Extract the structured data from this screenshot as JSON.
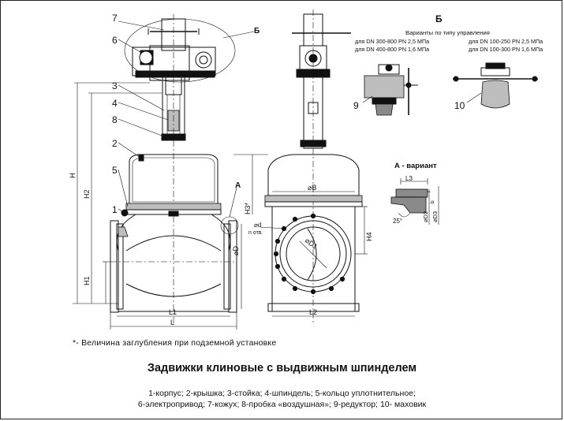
{
  "part_callouts": [
    "7",
    "6",
    "3",
    "4",
    "8",
    "2",
    "5",
    "1",
    "9",
    "10"
  ],
  "view_labels": {
    "detail_b": "Б",
    "detail_a": "А",
    "detail_b_title": "Б",
    "detail_a_title": "А - вариант"
  },
  "detail_b_caption": "Варианты по типу управления",
  "detail_b_variants": {
    "left_1": "для DN 300-800 PN 2,5 МПа",
    "left_2": "для DN 400-800 PN 1,6 МПа",
    "right_1": "для DN 100-250 PN 2,5 МПа",
    "right_2": "для DN 100-300 PN 1,6 МПа"
  },
  "dimensions": {
    "H": "H",
    "H2": "H2",
    "H1": "H1",
    "H3": "H3*",
    "L1": "L1",
    "L": "L",
    "L2": "L2",
    "DB": "⌀B",
    "D": "⌀D",
    "D1": "⌀D1",
    "H4": "H4",
    "d": "⌀d",
    "n_holes": "n отв.",
    "L3": "L3",
    "D2": "⌀D2",
    "D3": "⌀D3",
    "angle": "25°",
    "f": "f",
    "b": "b"
  },
  "footnote": "*- Величина заглубления при подземной установке",
  "title": "Задвижки клиновые с выдвижным шпинделем",
  "legend_line1": "1-корпус; 2-крышка; 3-стойка; 4-шпиндель; 5-кольцо уплотнительное;",
  "legend_line2": "6-электропривод; 7-кожух;  8-пробка «воздушная»; 9-редуктор; 10- маховик"
}
